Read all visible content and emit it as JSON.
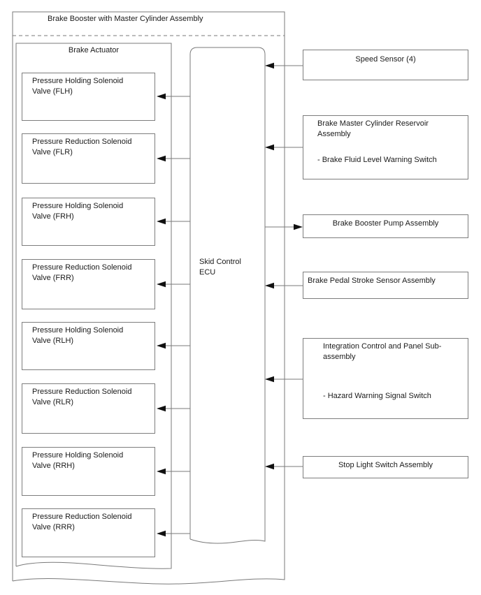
{
  "diagram": {
    "outer_label": "Brake Booster with Master Cylinder Assembly",
    "actuator": {
      "label": "Brake Actuator",
      "valves": [
        {
          "label": "Pressure Holding Solenoid Valve (FLH)"
        },
        {
          "label": "Pressure Reduction Solenoid Valve (FLR)"
        },
        {
          "label": "Pressure Holding Solenoid Valve (FRH)"
        },
        {
          "label": "Pressure Reduction Solenoid Valve (FRR)"
        },
        {
          "label": "Pressure Holding Solenoid Valve (RLH)"
        },
        {
          "label": "Pressure Reduction Solenoid Valve (RLR)"
        },
        {
          "label": "Pressure Holding Solenoid Valve (RRH)"
        },
        {
          "label": "Pressure Reduction Solenoid Valve (RRR)"
        }
      ]
    },
    "ecu": {
      "label": "Skid Control ECU"
    },
    "right_components": [
      {
        "label": "Speed Sensor (4)",
        "signal_direction": "to-ecu"
      },
      {
        "label": "Brake Master Cylinder Reservoir Assembly",
        "sublabel": "- Brake Fluid Level Warning Switch",
        "signal_direction": "to-ecu"
      },
      {
        "label": "Brake Booster Pump Assembly",
        "signal_direction": "from-ecu"
      },
      {
        "label": "Brake Pedal Stroke Sensor Assembly",
        "signal_direction": "to-ecu"
      },
      {
        "label": "Integration Control and Panel Sub-assembly",
        "sublabel": "- Hazard Warning Signal Switch",
        "signal_direction": "to-ecu"
      },
      {
        "label": "Stop Light Switch Assembly",
        "signal_direction": "to-ecu"
      }
    ],
    "colors": {
      "line": "#7a7a7a",
      "arrowhead": "#111111",
      "text": "#1a1a1a",
      "background": "#ffffff"
    }
  }
}
